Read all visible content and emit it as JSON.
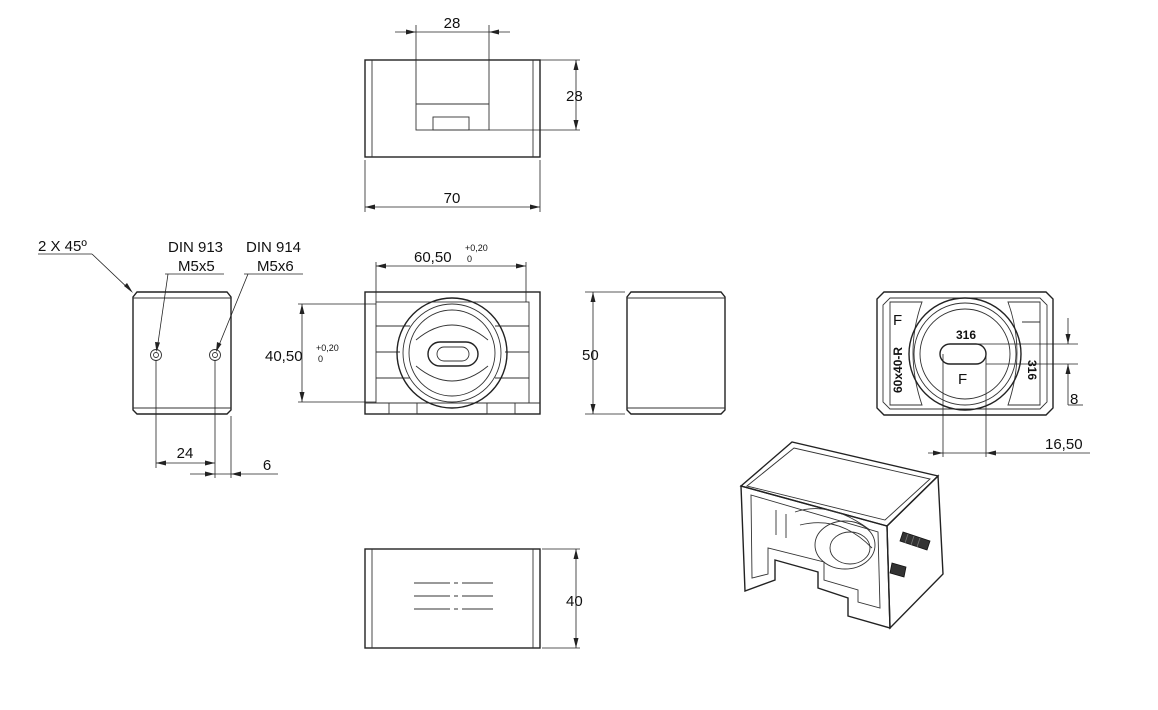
{
  "views": {
    "top": {
      "dim_width_top": "28",
      "dim_height": "28",
      "dim_width": "70"
    },
    "left": {
      "chamfer": "2 X 45º",
      "screw1_std": "DIN 913",
      "screw1_size": "M5x5",
      "screw2_std": "DIN 914",
      "screw2_size": "M5x6",
      "dim_spacing": "24",
      "dim_edge": "6"
    },
    "front": {
      "dim_width": "60,50",
      "dim_width_tol_upper": "+0,20",
      "dim_width_tol_lower": "0",
      "dim_height": "40,50",
      "dim_height_tol_upper": "+0,20",
      "dim_height_tol_lower": "0"
    },
    "right": {
      "dim_height": "50"
    },
    "detail": {
      "engrave_letter_top": "F",
      "engrave_letter_center": "F",
      "engrave_code_top": "316",
      "engrave_code_right": "316",
      "engrave_profile": "60x40-R",
      "dim_offset_vertical": "8",
      "dim_offset_horizontal": "16,50"
    },
    "bottom": {
      "dim_height": "40"
    }
  }
}
